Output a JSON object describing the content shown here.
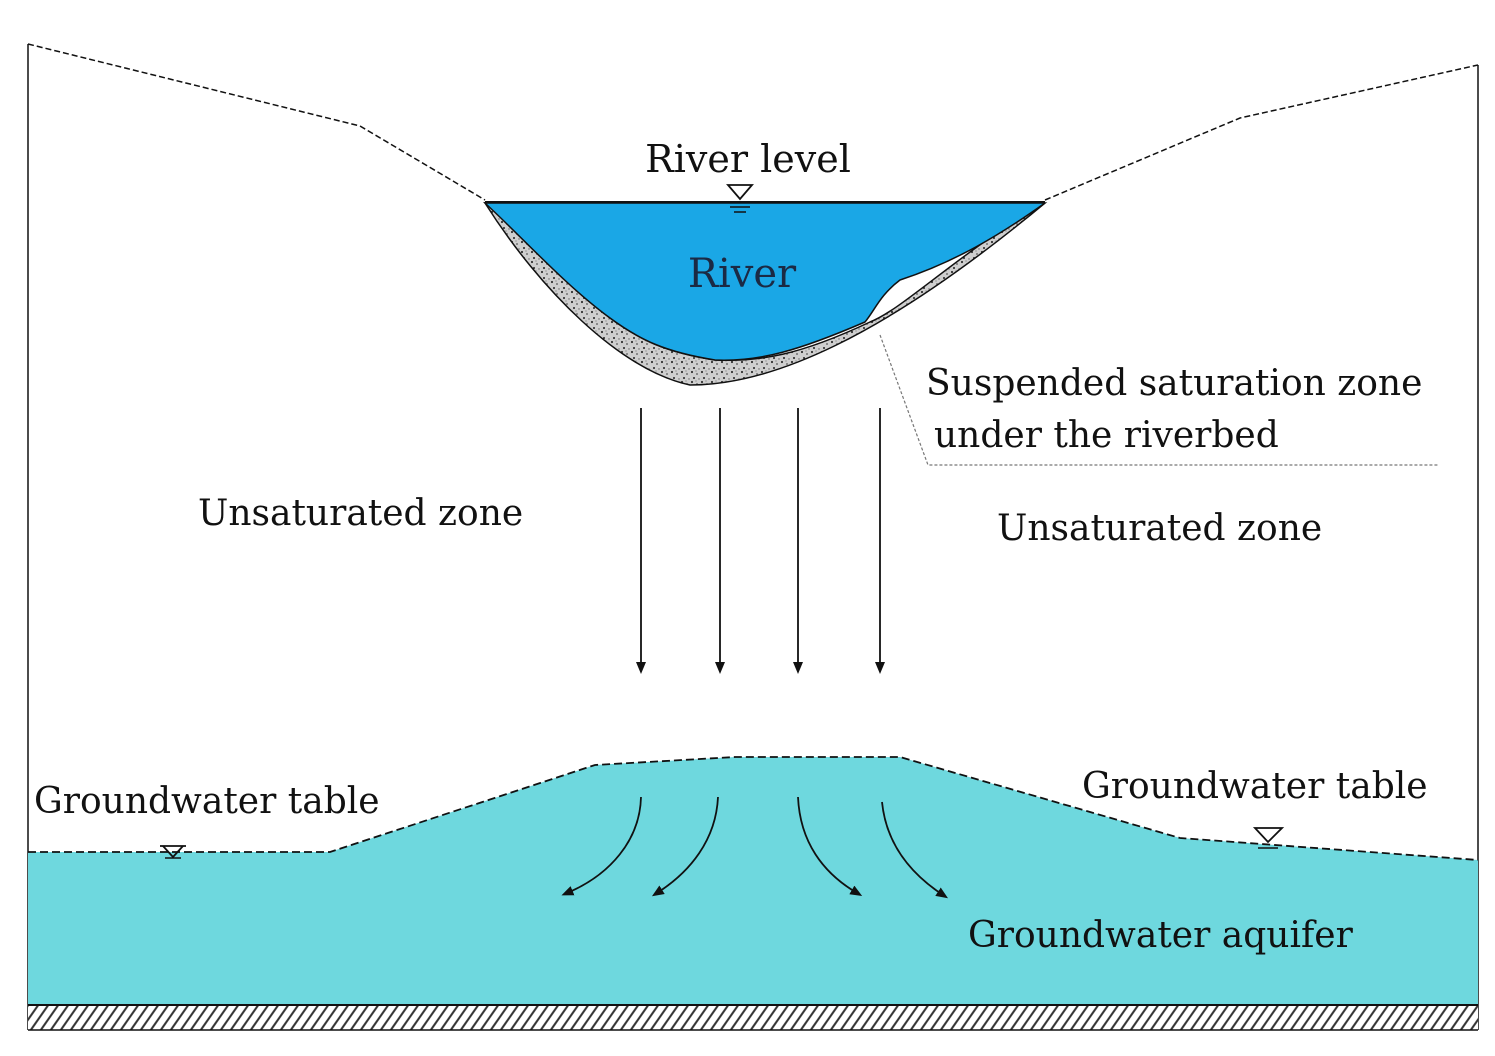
{
  "labels": {
    "river_level": "River level",
    "river": "River",
    "suspended_zone_line1": "Suspended saturation zone",
    "suspended_zone_line2": "under the riverbed",
    "unsaturated_left": "Unsaturated zone",
    "unsaturated_right": "Unsaturated zone",
    "groundwater_table_left": "Groundwater table",
    "groundwater_table_right": "Groundwater table",
    "groundwater_aquifer": "Groundwater aquifer"
  },
  "colors": {
    "river": "#1aa7e6",
    "aquifer": "#6ed8de",
    "sediment": "#d6d6d6",
    "line": "#111111",
    "background": "#ffffff"
  },
  "icons": {
    "water_level_marker": "inverted-triangle-symbol",
    "flow_arrow": "arrow-down"
  }
}
